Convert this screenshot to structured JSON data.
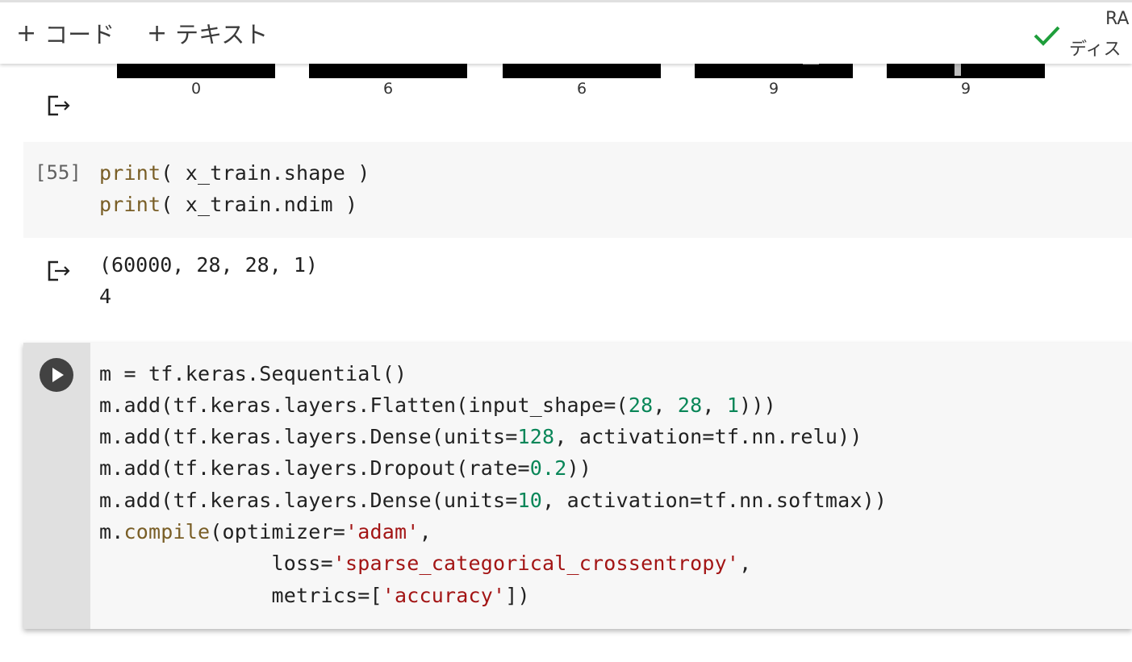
{
  "toolbar": {
    "add_code": "コード",
    "add_text": "テキスト",
    "plus": "+",
    "ram_label": "RA",
    "disk_label": "ディス"
  },
  "image_output": {
    "labels": [
      "0",
      "6",
      "6",
      "9",
      "9"
    ]
  },
  "cell_55": {
    "exec_count": "[55]",
    "lines": [
      {
        "kw": "print",
        "rest": "( x_train.shape )"
      },
      {
        "kw": "print",
        "rest": "( x_train.ndim )"
      }
    ],
    "output": [
      "(60000, 28, 28, 1)",
      "4"
    ]
  },
  "active_cell": {
    "line1": "m = tf.keras.Sequential()",
    "line2_a": "m.add(tf.keras.layers.Flatten(input_shape=(",
    "line2_n1": "28",
    "line2_b": ", ",
    "line2_n2": "28",
    "line2_c": ", ",
    "line2_n3": "1",
    "line2_d": ")))",
    "line3_a": "m.add(tf.keras.layers.Dense(units=",
    "line3_n": "128",
    "line3_b": ", activation=tf.nn.relu))",
    "line4_a": "m.add(tf.keras.layers.Dropout(rate=",
    "line4_n": "0.2",
    "line4_b": "))",
    "line5_a": "m.add(tf.keras.layers.Dense(units=",
    "line5_n": "10",
    "line5_b": ", activation=tf.nn.softmax))",
    "line6_a": "m.",
    "line6_kw": "compile",
    "line6_b": "(optimizer=",
    "line6_s": "'adam'",
    "line6_c": ",",
    "line7_a": "              loss=",
    "line7_s": "'sparse_categorical_crossentropy'",
    "line7_b": ",",
    "line8_a": "              metrics=[",
    "line8_s": "'accuracy'",
    "line8_b": "])"
  },
  "colors": {
    "keyword": "#795e26",
    "number": "#098658",
    "string": "#a31515",
    "check": "#1e9e3b"
  }
}
